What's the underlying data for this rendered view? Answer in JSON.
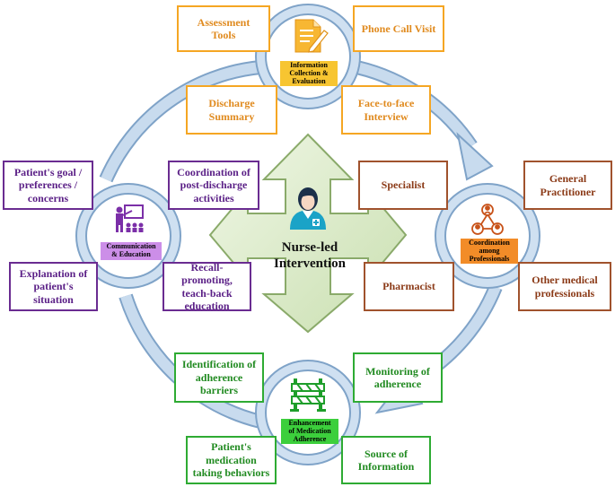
{
  "center": {
    "label": "Nurse-led\nIntervention"
  },
  "hubs": {
    "top": "Information\nCollection &\nEvaluation",
    "right": "Coordination\namong\nProfessionals",
    "bottom": "Enhancement\nof Medication\nAdherence",
    "left": "Communication\n& Education"
  },
  "boxes": {
    "assessment_tools": "Assessment\nTools",
    "phone_call_visit": "Phone Call Visit",
    "discharge_summary": "Discharge\nSummary",
    "face_to_face_interview": "Face-to-face\nInterview",
    "specialist": "Specialist",
    "general_practitioner": "General\nPractitioner",
    "pharmacist": "Pharmacist",
    "other_medical_professionals": "Other medical\nprofessionals",
    "identification_barriers": "Identification of\nadherence\nbarriers",
    "monitoring_adherence": "Monitoring of\nadherence",
    "medication_behaviors": "Patient's\nmedication\ntaking behaviors",
    "source_information": "Source of\nInformation",
    "patient_goal": "Patient's goal /\npreferences /\nconcerns",
    "coordination_post_discharge": "Coordination of\npost-discharge\nactivities",
    "explanation_situation": "Explanation of\npatient's\nsituation",
    "recall_promoting": "Recall-promoting,\nteach-back\neducation"
  },
  "colors": {
    "ring": "#bcd3ea",
    "ring_stroke": "#7fa3c8",
    "center_arrow_fill": "#dcebc8",
    "center_arrow_stroke": "#8aaa6a",
    "top_color": "#f5a623",
    "right_color": "#a0522d",
    "bottom_color": "#2eab33",
    "left_color": "#6a2c91",
    "top_label_bg": "#f7c531",
    "right_label_bg": "#f28c28",
    "bottom_label_bg": "#3ccf3c",
    "left_label_bg": "#cc8ee8"
  },
  "icons": {
    "top": "document-pencil-icon",
    "right": "network-people-icon",
    "bottom": "barrier-icon",
    "left": "teacher-class-icon",
    "center": "nurse-icon"
  }
}
